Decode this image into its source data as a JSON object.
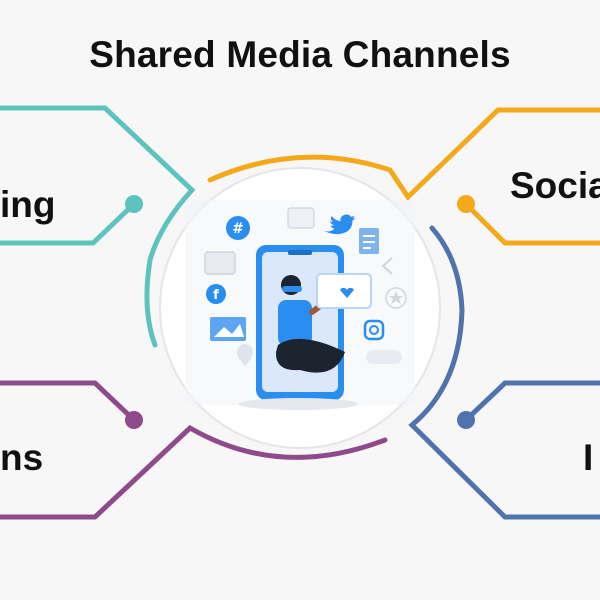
{
  "title": "Shared Media Channels",
  "labels": {
    "top_left": "ing",
    "top_right": "Socia",
    "bottom_left": "ns",
    "bottom_right": "I"
  },
  "colors": {
    "teal": "#5cc4bd",
    "orange": "#f4a91a",
    "purple": "#8e4a8a",
    "blue": "#4f74ad",
    "accent_blue": "#2a8ef0"
  },
  "icons": [
    "hashtag-icon",
    "twitter-icon",
    "facebook-icon",
    "instagram-icon",
    "heart-icon",
    "image-icon",
    "location-icon",
    "star-icon",
    "document-icon",
    "share-icon",
    "folder-icon",
    "video-icon"
  ]
}
